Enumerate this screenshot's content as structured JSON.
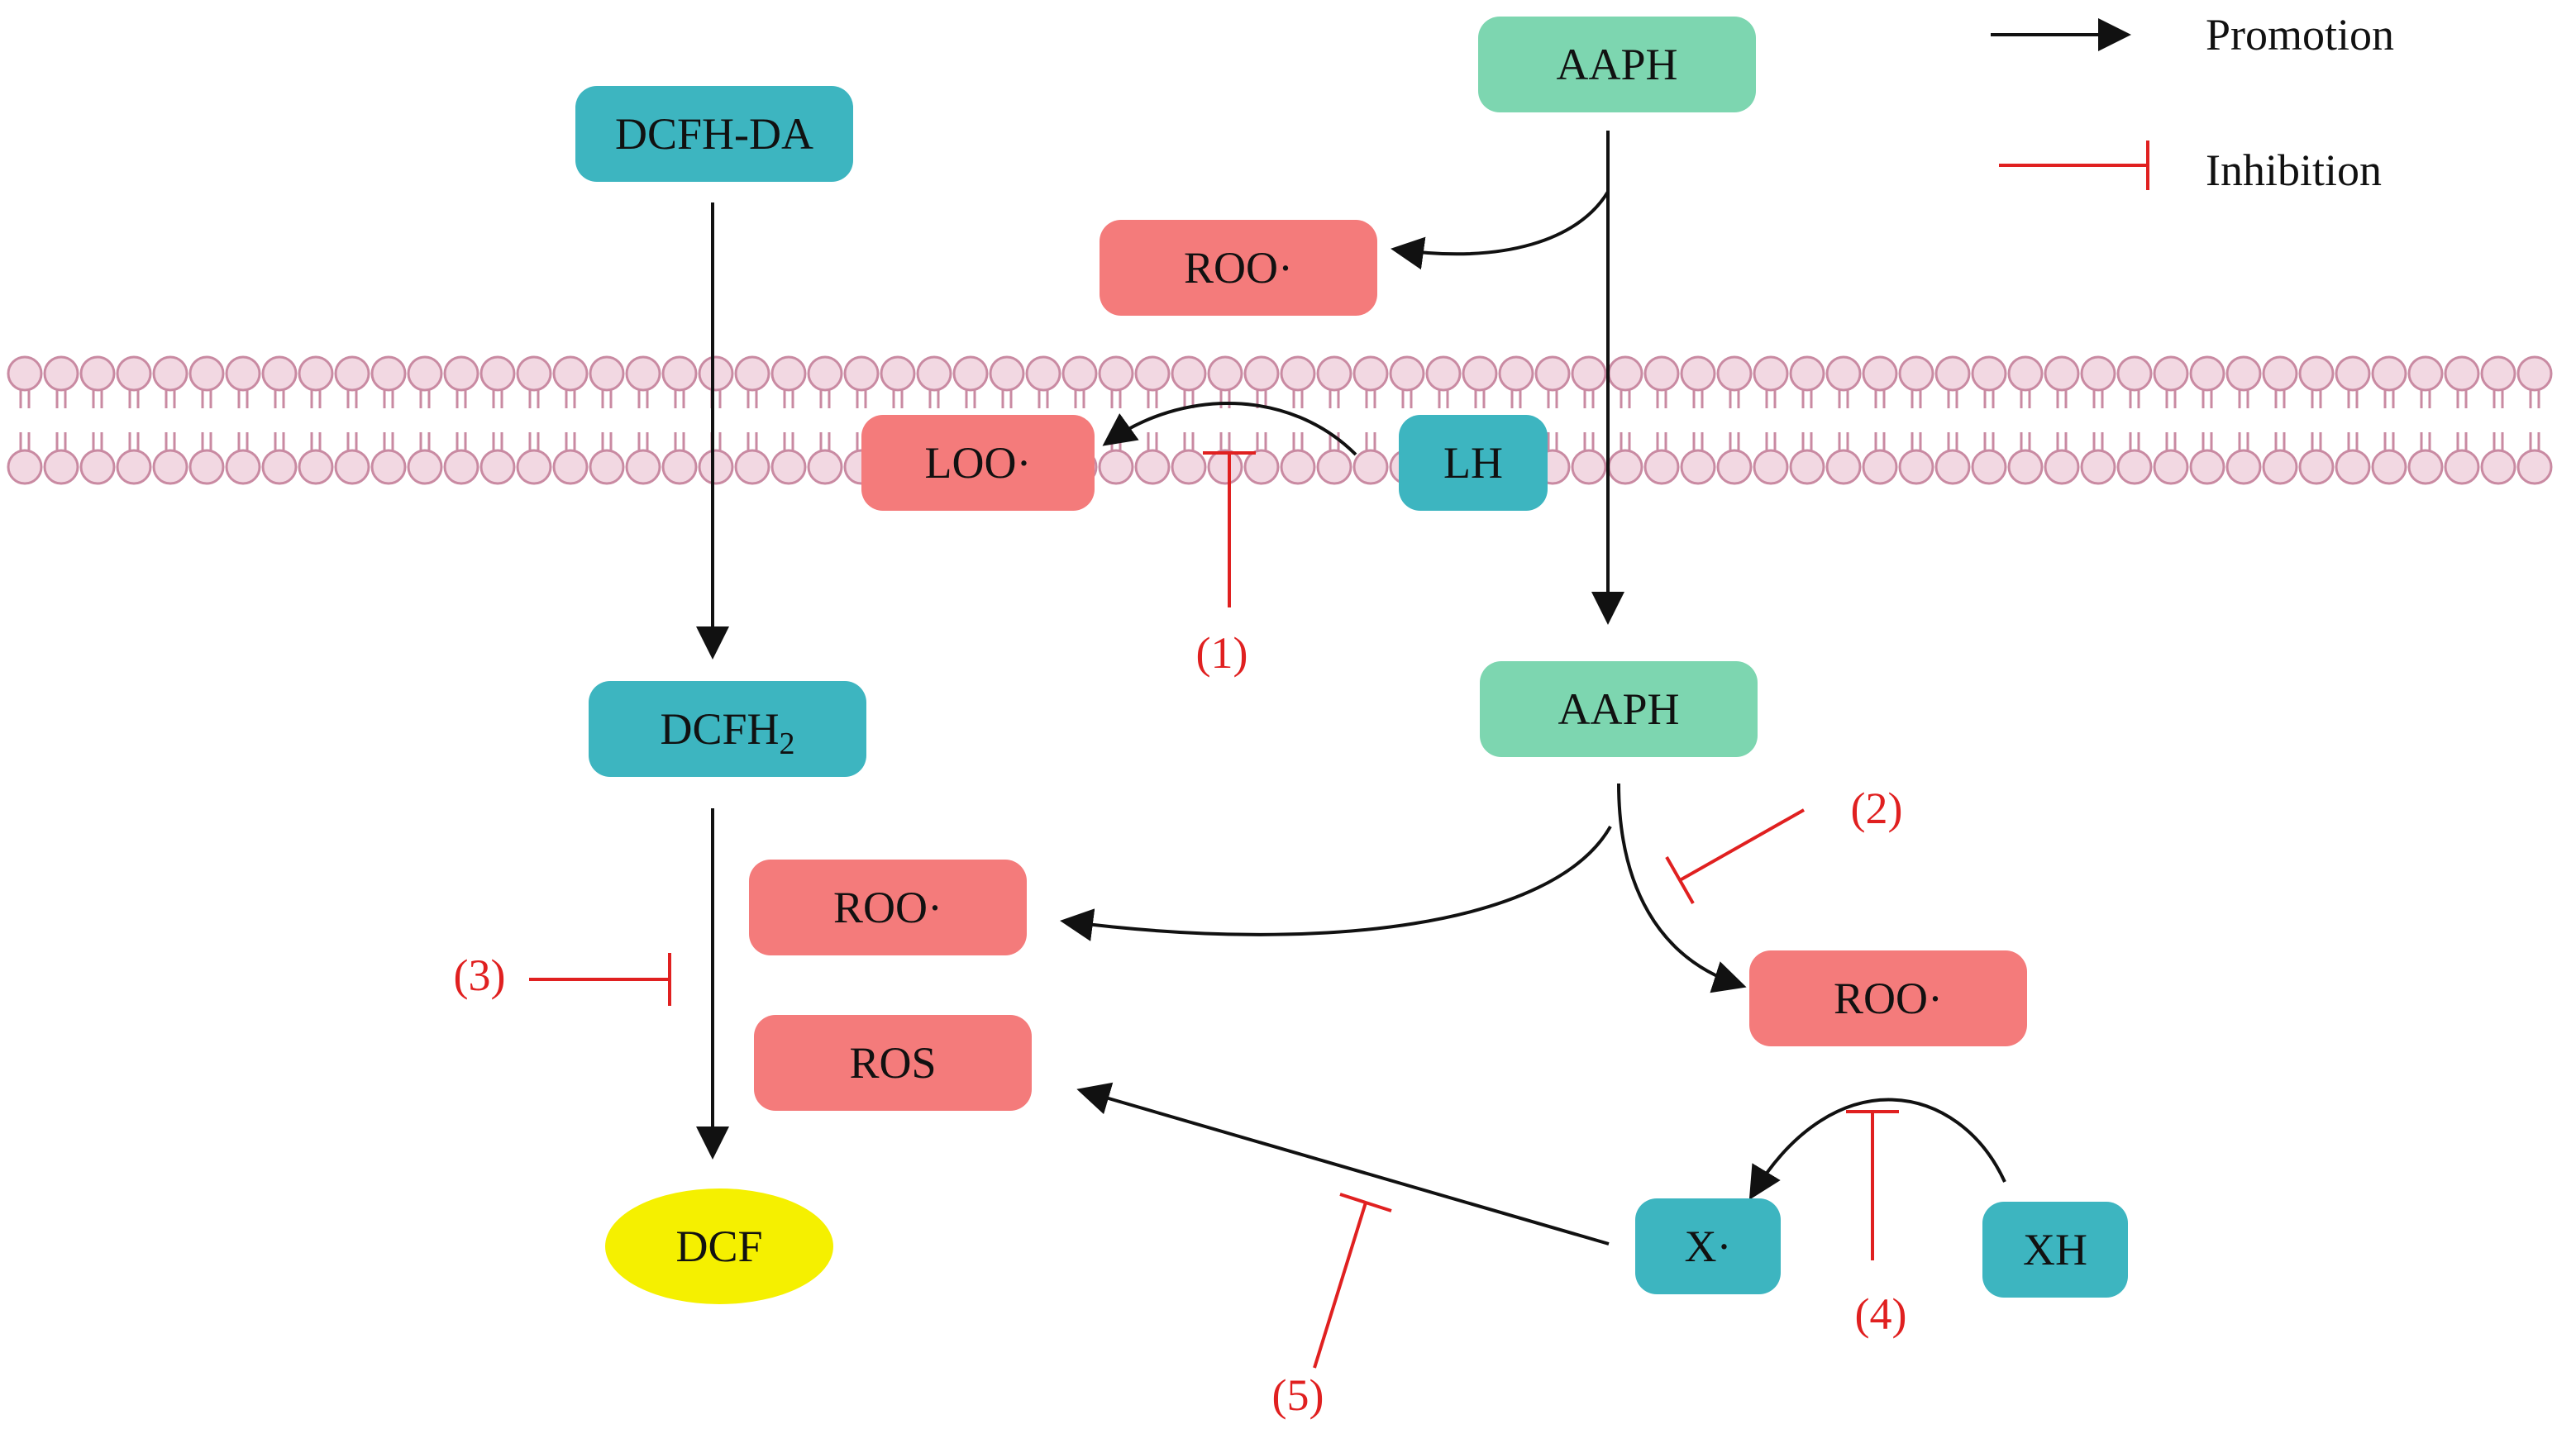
{
  "nodes": {
    "aaph_top": "AAPH",
    "dcfh_da": "DCFH-DA",
    "roo_upper": "ROO·",
    "loo": "LOO·",
    "lh": "LH",
    "aaph_mid": "AAPH",
    "dcfh2_base": "DCFH",
    "dcfh2_sub": "2",
    "roo_left": "ROO·",
    "ros": "ROS",
    "roo_right": "ROO·",
    "x_radical": "X·",
    "xh": "XH",
    "dcf": "DCF"
  },
  "labels": {
    "site1": "(1)",
    "site2": "(2)",
    "site3": "(3)",
    "site4": "(4)",
    "site5": "(5)"
  },
  "legend": {
    "promotion": "Promotion",
    "inhibition": "Inhibition"
  },
  "colors": {
    "aaph": "#7dd6b0",
    "teal": "#3db5c0",
    "radical": "#f47b7b",
    "dcf": "#f5f000",
    "membrane_fill": "#f2d8e2",
    "membrane_stroke": "#c98aa2",
    "promotion": "#111111",
    "inhibition": "#e02020"
  }
}
